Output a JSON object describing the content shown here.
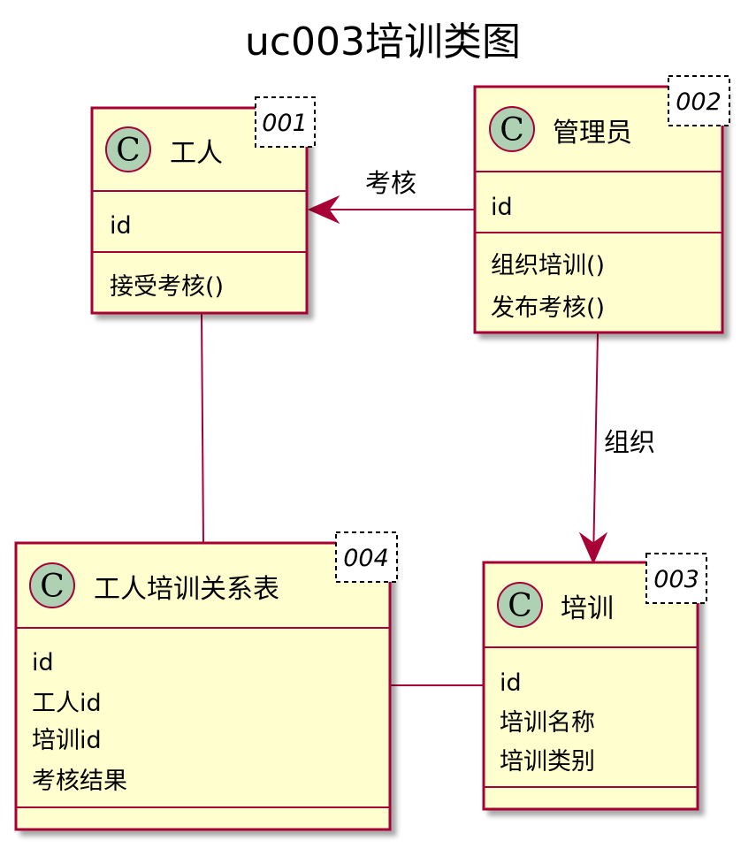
{
  "title": "uc003培训类图",
  "colors": {
    "class_fill": "#FEFECE",
    "border": "#A80036",
    "relation": "#A80036",
    "icon_fill": "#ADD1B2",
    "shadow": "#C8C8C8"
  },
  "classes": {
    "worker": {
      "name": "工人",
      "tag": "001",
      "icon_letter": "C",
      "attributes": [
        "id"
      ],
      "methods": [
        "接受考核()"
      ]
    },
    "admin": {
      "name": "管理员",
      "tag": "002",
      "icon_letter": "C",
      "attributes": [
        "id"
      ],
      "methods": [
        "组织培训()",
        "发布考核()"
      ]
    },
    "training": {
      "name": "培训",
      "tag": "003",
      "icon_letter": "C",
      "attributes": [
        "id",
        "培训名称",
        "培训类别"
      ],
      "methods": []
    },
    "relation_table": {
      "name": "工人培训关系表",
      "tag": "004",
      "icon_letter": "C",
      "attributes": [
        "id",
        "工人id",
        "培训id",
        "考核结果"
      ],
      "methods": []
    }
  },
  "relations": {
    "assess": {
      "label": "考核"
    },
    "organize": {
      "label": "组织"
    }
  }
}
